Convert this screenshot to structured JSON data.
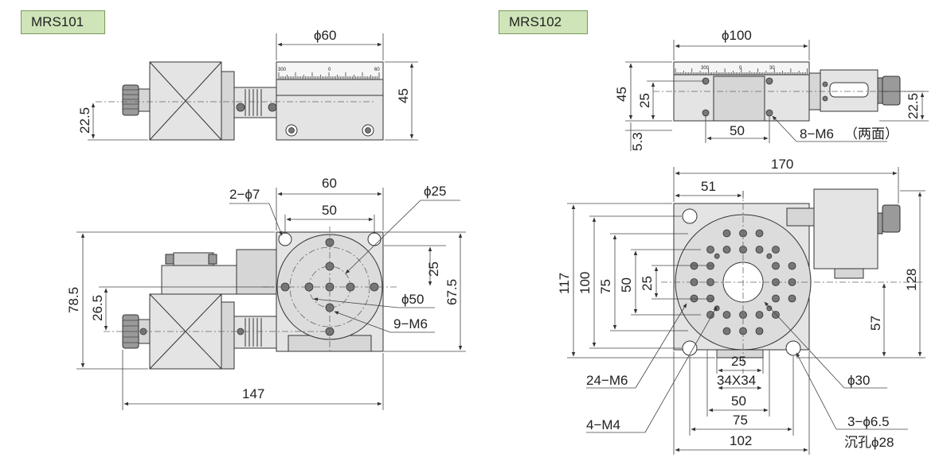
{
  "models": {
    "left": "MRS101",
    "right": "MRS102"
  },
  "left_side": {
    "phi60": "ϕ60",
    "h45": "45",
    "h22_5": "22.5",
    "scale_300": "300",
    "scale_0": "0",
    "scale_60": "60"
  },
  "left_top": {
    "w60": "60",
    "w50": "50",
    "holes2": "2−ϕ7",
    "phi25": "ϕ25",
    "d25": "25",
    "phi50": "ϕ50",
    "h67_5": "67.5",
    "h78_5": "78.5",
    "h26_5": "26.5",
    "m6_9": "9−M6",
    "w147": "147"
  },
  "right_side": {
    "phi100": "ϕ100",
    "h45": "45",
    "h25": "25",
    "h5_3": "5.3",
    "w50": "50",
    "m6_8": "8−M6",
    "both_sides": "（两面）",
    "h22_5": "22.5",
    "scale_300": "300",
    "scale_0": "0",
    "scale_30": "30"
  },
  "right_top": {
    "w170": "170",
    "w51": "51",
    "h117": "117",
    "h100": "100",
    "h75": "75",
    "h50": "50",
    "h25": "25",
    "h128": "128",
    "h57": "57",
    "m6_24": "24−M6",
    "m4_4": "4−M4",
    "w25": "25",
    "slot": "34X34",
    "w50": "50",
    "w75": "75",
    "w102": "102",
    "phi30": "ϕ30",
    "holes3": "3−ϕ6.5",
    "counterbore": "沉孔ϕ28"
  }
}
